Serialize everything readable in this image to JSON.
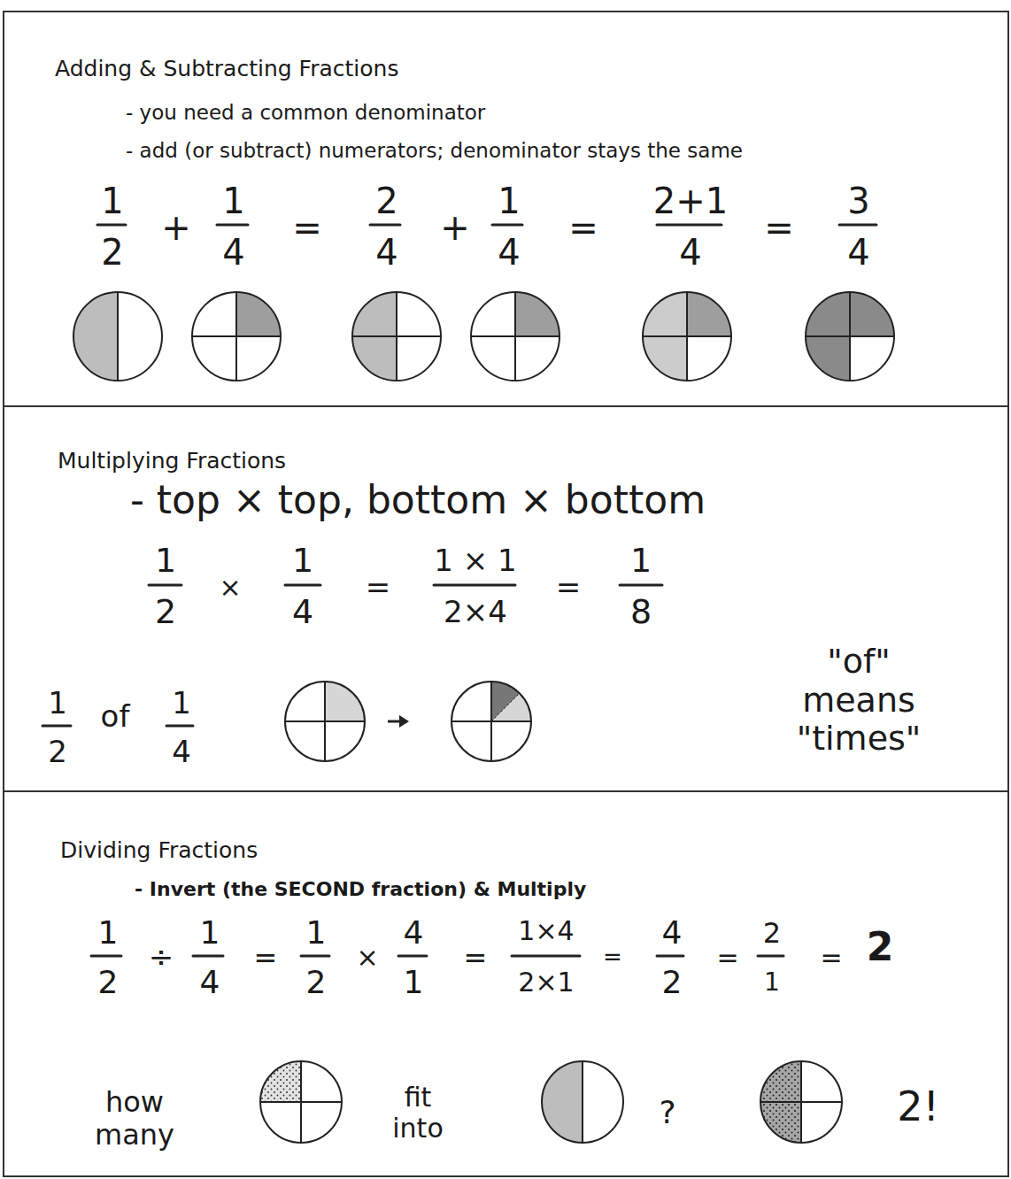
{
  "diagram": {
    "nodes": [
      {
        "text": [
          "Adding & Subtracting Fractions",
          "- you need a common denominator",
          "- add (or subtract) numerators; denominator stays the same",
          "1",
          "2",
          "+",
          "1",
          "4",
          "=",
          "2",
          "4",
          "+",
          "1",
          "4",
          "=",
          "2+1",
          "4",
          "=",
          "3",
          "4"
        ]
      },
      {
        "text": [
          "Multiplying Fractions",
          "- top × top, bottom × bottom",
          "1",
          "2",
          "×",
          "1",
          "4",
          "=",
          "1 × 1",
          "2×4",
          "=",
          "1",
          "8",
          "1",
          "2",
          "of",
          "1",
          "4",
          "\"of\" means \"times\""
        ]
      },
      {
        "text": [
          "Dividing Fractions",
          "- Invert (the SECOND fraction) & Multiply",
          "1",
          "2",
          "÷",
          "1",
          "4",
          "=",
          "1",
          "2",
          "×",
          "4",
          "1",
          "=",
          "1×4",
          "2×1",
          "=",
          "4",
          "2",
          "=",
          "2",
          "1",
          "=",
          "2",
          "how many",
          "fit into",
          "?",
          "2!"
        ]
      }
    ]
  }
}
